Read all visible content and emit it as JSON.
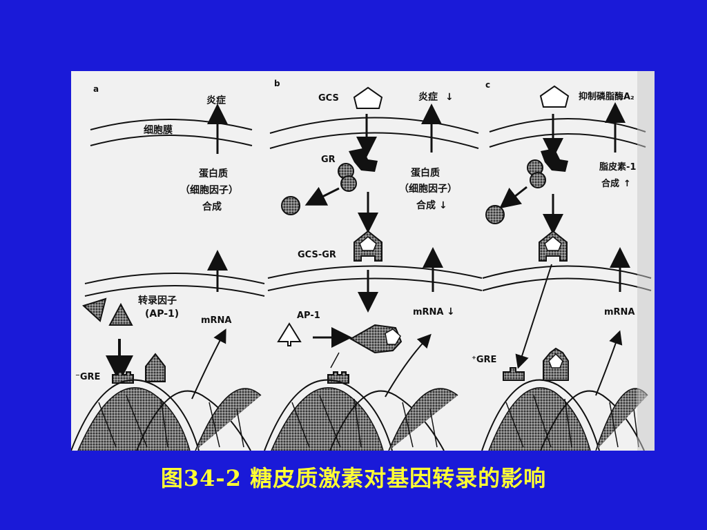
{
  "figure": {
    "panels": {
      "a": {
        "letter": "a",
        "inflammation": "炎症",
        "membrane": "细胞膜",
        "protein_line1": "蛋白质",
        "protein_line2": "（细胞因子）",
        "protein_line3": "合成",
        "tf_line1": "转录因子",
        "tf_line2": "(AP-1)",
        "mrna": "mRNA",
        "gre": "⁻GRE"
      },
      "b": {
        "letter": "b",
        "gcs": "GCS",
        "inflammation": "炎症",
        "gr": "GR",
        "protein_line1": "蛋白质",
        "protein_line2": "（细胞因子）",
        "protein_line3": "合成",
        "gcs_gr": "GCS-GR",
        "ap1": "AP-1",
        "mrna": "mRNA"
      },
      "c": {
        "letter": "c",
        "inhibit_pla2": "抑制磷脂酶A₂",
        "lipocortin_line1": "脂皮素-1",
        "lipocortin_line2": "合成",
        "gre": "⁺GRE",
        "mrna": "mRNA"
      }
    },
    "colors": {
      "background": "#1a1ad8",
      "caption": "#ffff33",
      "panel": "#f1f1f1"
    }
  },
  "caption": "图34-2  糖皮质激素对基因转录的影响"
}
